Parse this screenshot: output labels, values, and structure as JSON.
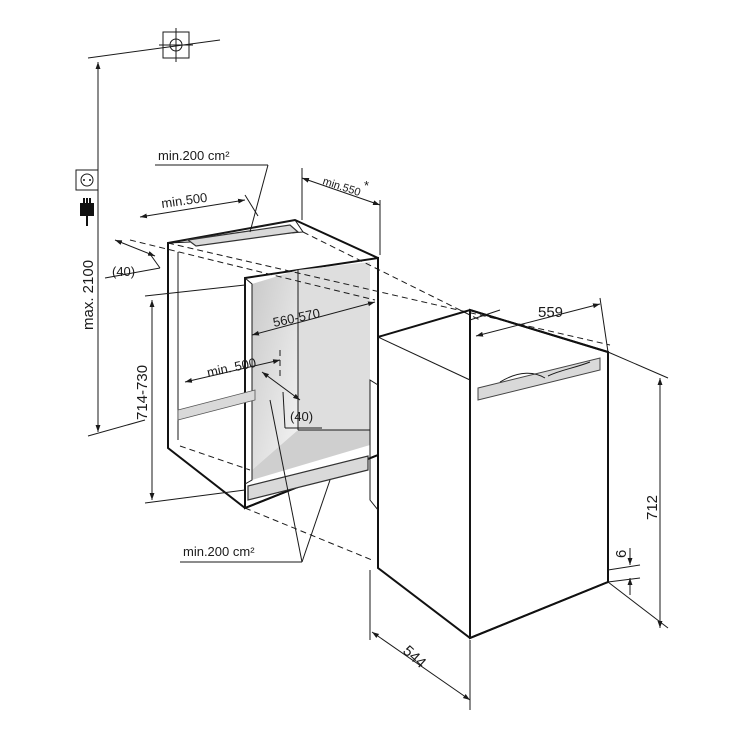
{
  "dimensions": {
    "max_height": "max. 2100",
    "vent_top": "min.200 cm²",
    "vent_bottom": "min.200 cm²",
    "min_depth_top": "min.500",
    "top_gap": "(40)",
    "niche_depth": "min.550",
    "asterisk": "*",
    "niche_width": "560-570",
    "niche_height": "714-730",
    "min_depth_bottom": "min. 500",
    "bottom_gap": "(40)",
    "appliance_width": "559",
    "appliance_height": "712",
    "appliance_depth": "544",
    "foot_offset": "6"
  },
  "icons": [
    "crosshair-icon",
    "power-socket-icon",
    "power-plug-icon"
  ]
}
